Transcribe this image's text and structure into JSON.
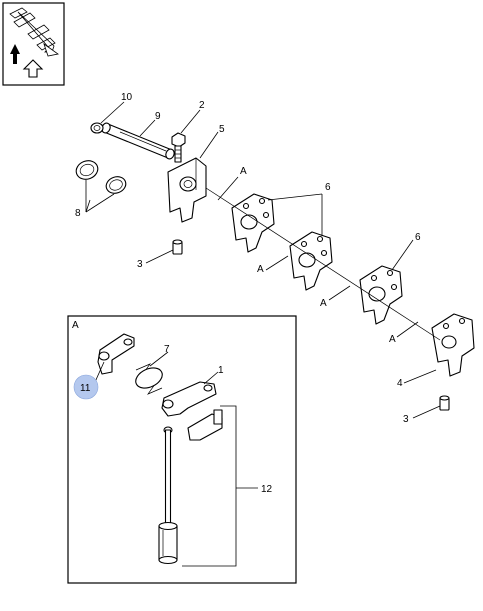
{
  "callouts": {
    "c1": "1",
    "c2": "2",
    "c3a": "3",
    "c3b": "3",
    "c4": "4",
    "c5": "5",
    "c6a": "6",
    "c6b": "6",
    "c7": "7",
    "c8": "8",
    "c9": "9",
    "c10": "10",
    "c11": "11",
    "c12": "12"
  },
  "detail_refs": {
    "r1": "A",
    "r2": "A",
    "r3": "A",
    "r4": "A",
    "inset": "A"
  },
  "colors": {
    "highlight": "#b4c8ee",
    "highlight_stroke": "#8aa6dc",
    "ink": "#000000"
  },
  "icons": [
    "orientation-arrows-icon",
    "front-arrow-icon"
  ]
}
